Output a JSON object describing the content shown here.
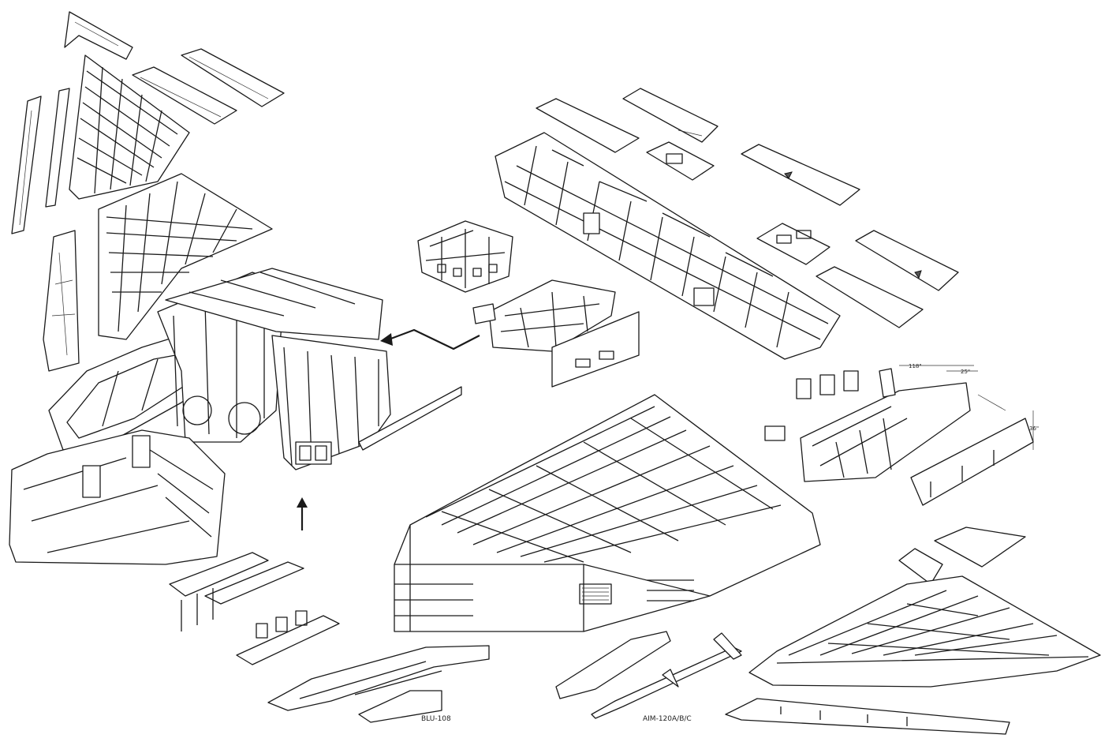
{
  "labels": {
    "blu": "BLU-108",
    "aim": "AIM-120A/B/C",
    "dim_a": "118\"",
    "dim_b": "25\"",
    "dim_c": "36\""
  },
  "colors": {
    "line": "#1a1a1a",
    "paper": "#ffffff"
  }
}
